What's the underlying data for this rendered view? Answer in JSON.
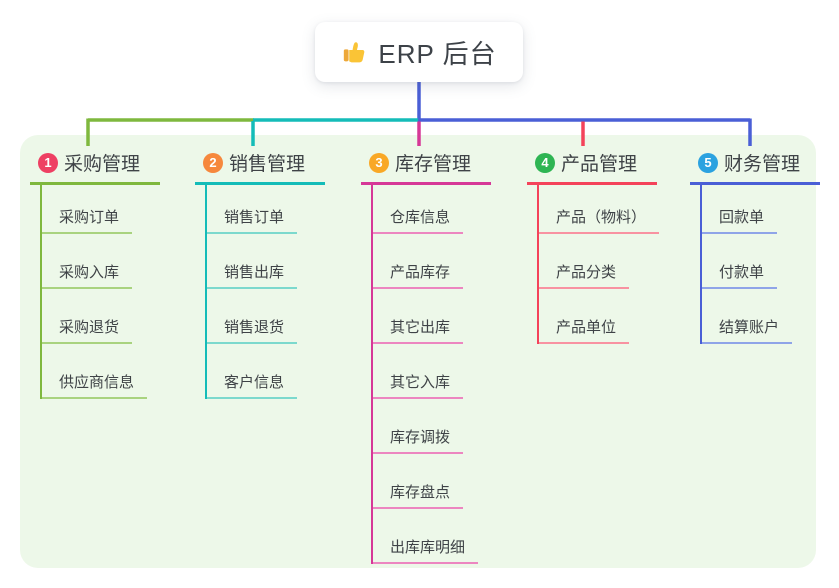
{
  "root": {
    "label": "ERP 后台",
    "icon": "thumbs-up"
  },
  "canvas": {
    "background": "#edf8e9"
  },
  "connectors": {
    "root_color": "#4a5fd6"
  },
  "branches": [
    {
      "index": "1",
      "label": "采购管理",
      "badge_color": "#ee4063",
      "line_color": "#7fb83e",
      "child_line_color": "#a9d37f",
      "children": [
        "采购订单",
        "采购入库",
        "采购退货",
        "供应商信息"
      ]
    },
    {
      "index": "2",
      "label": "销售管理",
      "badge_color": "#f6883d",
      "line_color": "#14bcb8",
      "child_line_color": "#7cd9cd",
      "children": [
        "销售订单",
        "销售出库",
        "销售退货",
        "客户信息"
      ]
    },
    {
      "index": "3",
      "label": "库存管理",
      "badge_color": "#f9a826",
      "line_color": "#d63897",
      "child_line_color": "#ec86c0",
      "children": [
        "仓库信息",
        "产品库存",
        "其它出库",
        "其它入库",
        "库存调拨",
        "库存盘点",
        "出库库明细"
      ]
    },
    {
      "index": "4",
      "label": "产品管理",
      "badge_color": "#2eb553",
      "line_color": "#f4435a",
      "child_line_color": "#f892a1",
      "children": [
        "产品（物料）",
        "产品分类",
        "产品单位"
      ]
    },
    {
      "index": "5",
      "label": "财务管理",
      "badge_color": "#2ba2e0",
      "line_color": "#4a5fd6",
      "child_line_color": "#8fa4e8",
      "children": [
        "回款单",
        "付款单",
        "结算账户"
      ]
    }
  ]
}
